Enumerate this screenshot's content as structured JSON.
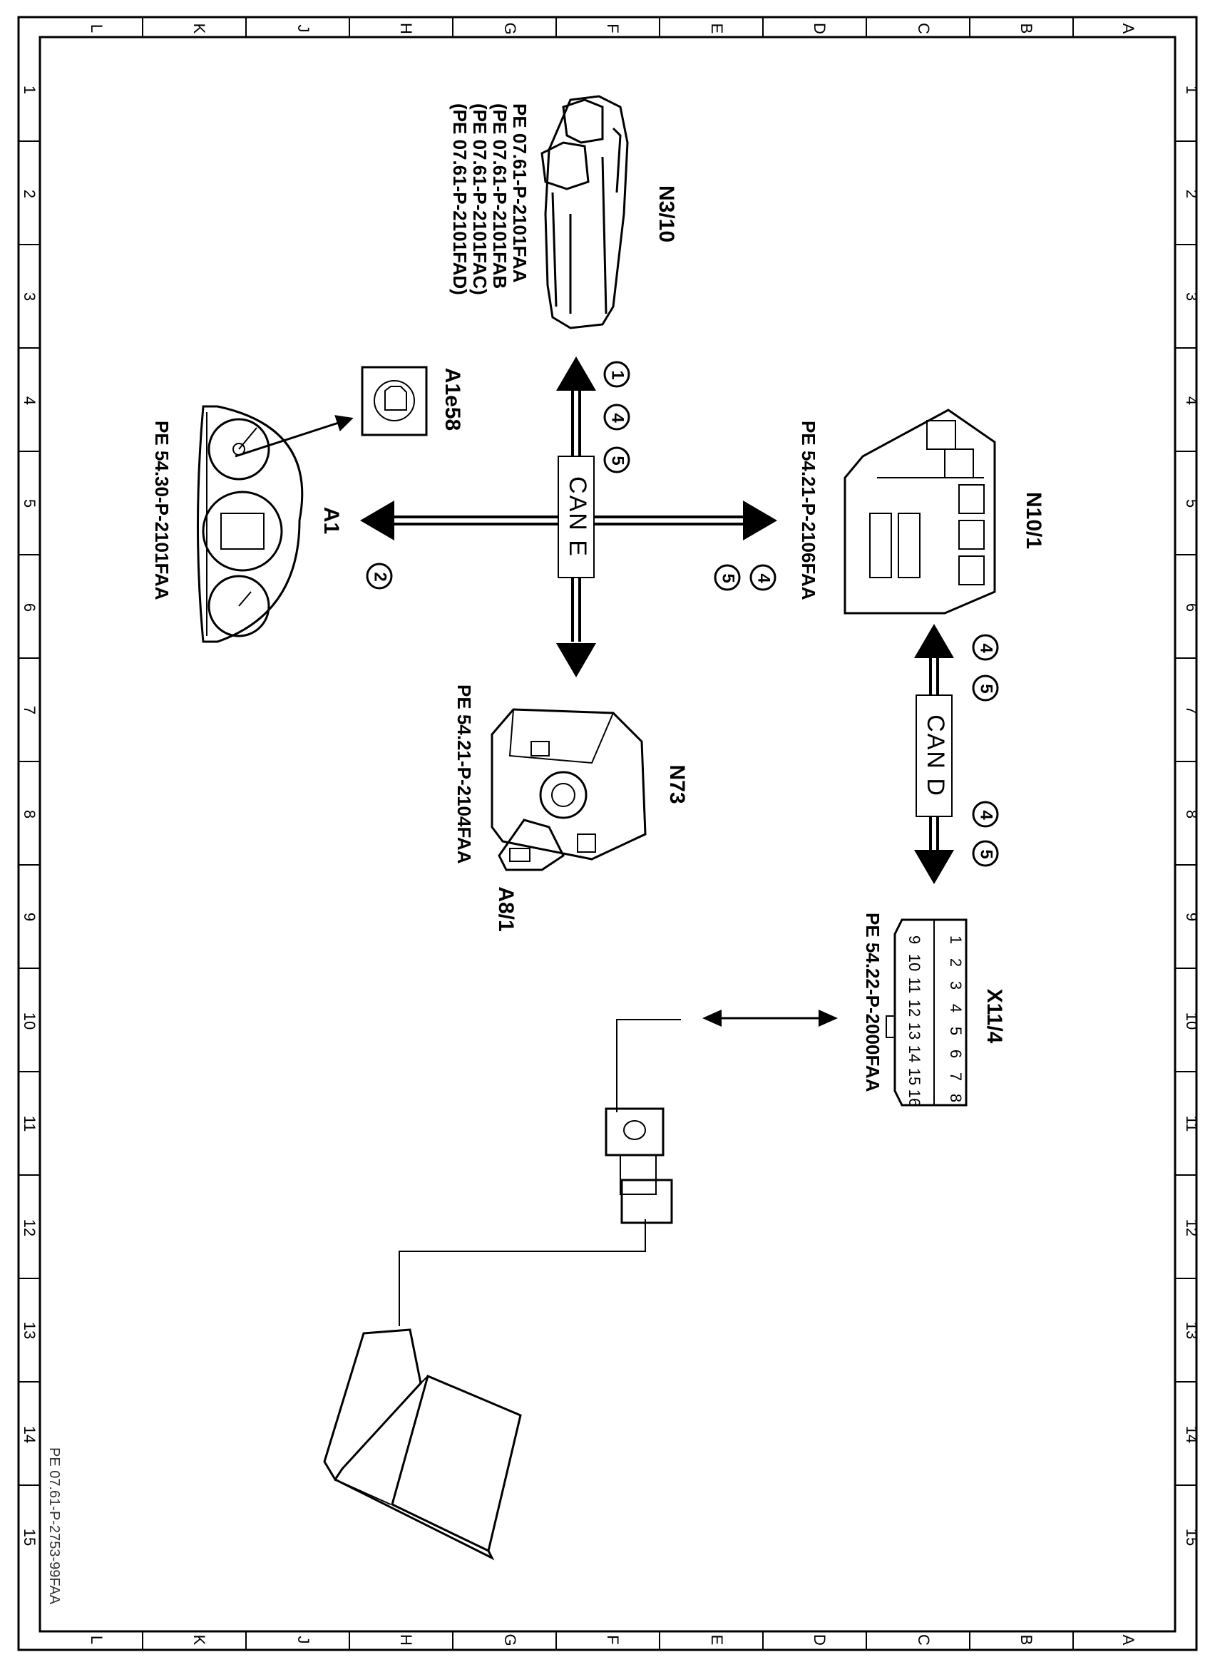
{
  "grid": {
    "columns": [
      "L",
      "K",
      "J",
      "H",
      "G",
      "F",
      "E",
      "D",
      "C",
      "B",
      "A"
    ],
    "rows": [
      "1",
      "2",
      "3",
      "4",
      "5",
      "6",
      "7",
      "8",
      "9",
      "10",
      "11",
      "12",
      "13",
      "14",
      "15"
    ]
  },
  "components": {
    "n3_10": {
      "label": "N3/10",
      "refs": [
        "PE  07.61-P-2101FAA",
        "(PE  07.61-P-2101FAB",
        "(PE  07.61-P-2101FAC)",
        "(PE  07.61-P-2101FAD)"
      ]
    },
    "a1e58": {
      "label": "A1e58"
    },
    "a1": {
      "label": "A1",
      "ref": "PE  54.30-P-2101FAA"
    },
    "n10_1": {
      "label": "N10/1",
      "ref": "PE  54.21-P-2106FAA"
    },
    "n73": {
      "label": "N73",
      "ref": "PE  54.21-P-2104FAA"
    },
    "a8_1": {
      "label": "A8/1"
    },
    "x11_4": {
      "label": "X11/4",
      "ref": "PE  54.22-P-2000FAA",
      "pins_top": [
        "1",
        "2",
        "3",
        "4",
        "5",
        "6",
        "7",
        "8"
      ],
      "pins_bottom": [
        "9",
        "10",
        "11",
        "12",
        "13",
        "14",
        "15",
        "16"
      ]
    }
  },
  "buses": {
    "can_e": "CAN E",
    "can_d": "CAN D"
  },
  "markers": {
    "n3_10_side": [
      "1",
      "4",
      "5"
    ],
    "a1_side": [
      "2"
    ],
    "n10_1_side": [
      "4",
      "5"
    ],
    "can_d_top": [
      "4",
      "5"
    ],
    "can_d_bottom": [
      "4",
      "5"
    ]
  },
  "document_id": "PE 07.61-P-2753-99FAA"
}
